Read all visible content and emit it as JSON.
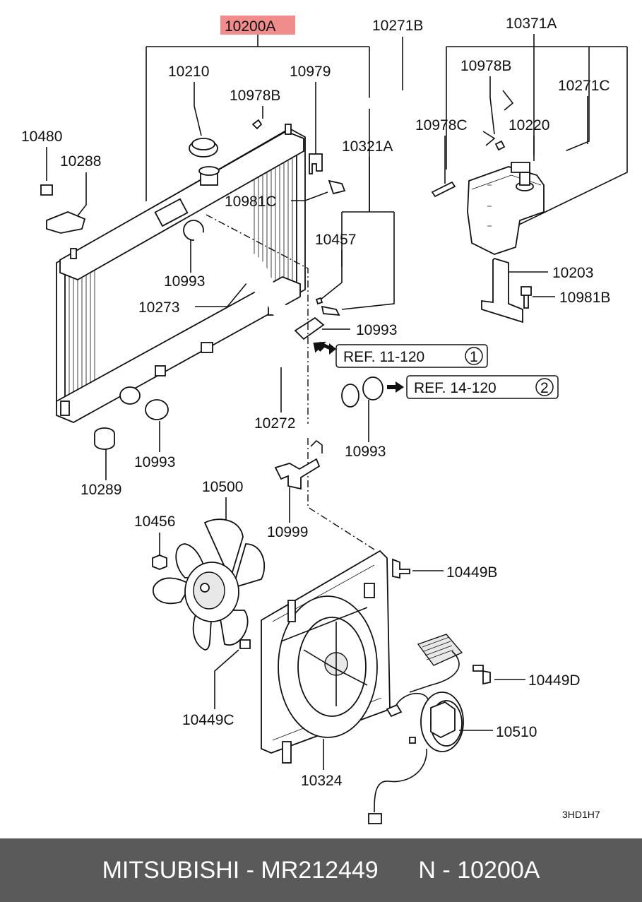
{
  "highlight_color": "#f08c8c",
  "footer_bg": "#5a5a5a",
  "callouts": {
    "p10200A": "10200A",
    "p10271B": "10271B",
    "p10371A": "10371A",
    "p10210": "10210",
    "p10979": "10979",
    "p10978B_a": "10978B",
    "p10978B_b": "10978B",
    "p10271C": "10271C",
    "p10480": "10480",
    "p10978C": "10978C",
    "p10220": "10220",
    "p10321A": "10321A",
    "p10288": "10288",
    "p10981C": "10981C",
    "p10457": "10457",
    "p10993_a": "10993",
    "p10203": "10203",
    "p10981B": "10981B",
    "p10273": "10273",
    "p10993_b": "10993",
    "p10272": "10272",
    "p10993_c": "10993",
    "p10993_d": "10993",
    "p10289": "10289",
    "p10500": "10500",
    "p10456": "10456",
    "p10999": "10999",
    "p10449B": "10449B",
    "p10449D": "10449D",
    "p10449C": "10449C",
    "p10510": "10510",
    "p10324": "10324"
  },
  "refs": {
    "ref1_text": "REF. 11-120",
    "ref1_num": "1",
    "ref2_text": "REF. 14-120",
    "ref2_num": "2"
  },
  "diagram_code": "3HD1H7",
  "footer": {
    "brand": "MITSUBISHI",
    "sep": " - ",
    "part_number": "MR212449",
    "ref_prefix": "N - ",
    "ref_code": "10200A"
  }
}
